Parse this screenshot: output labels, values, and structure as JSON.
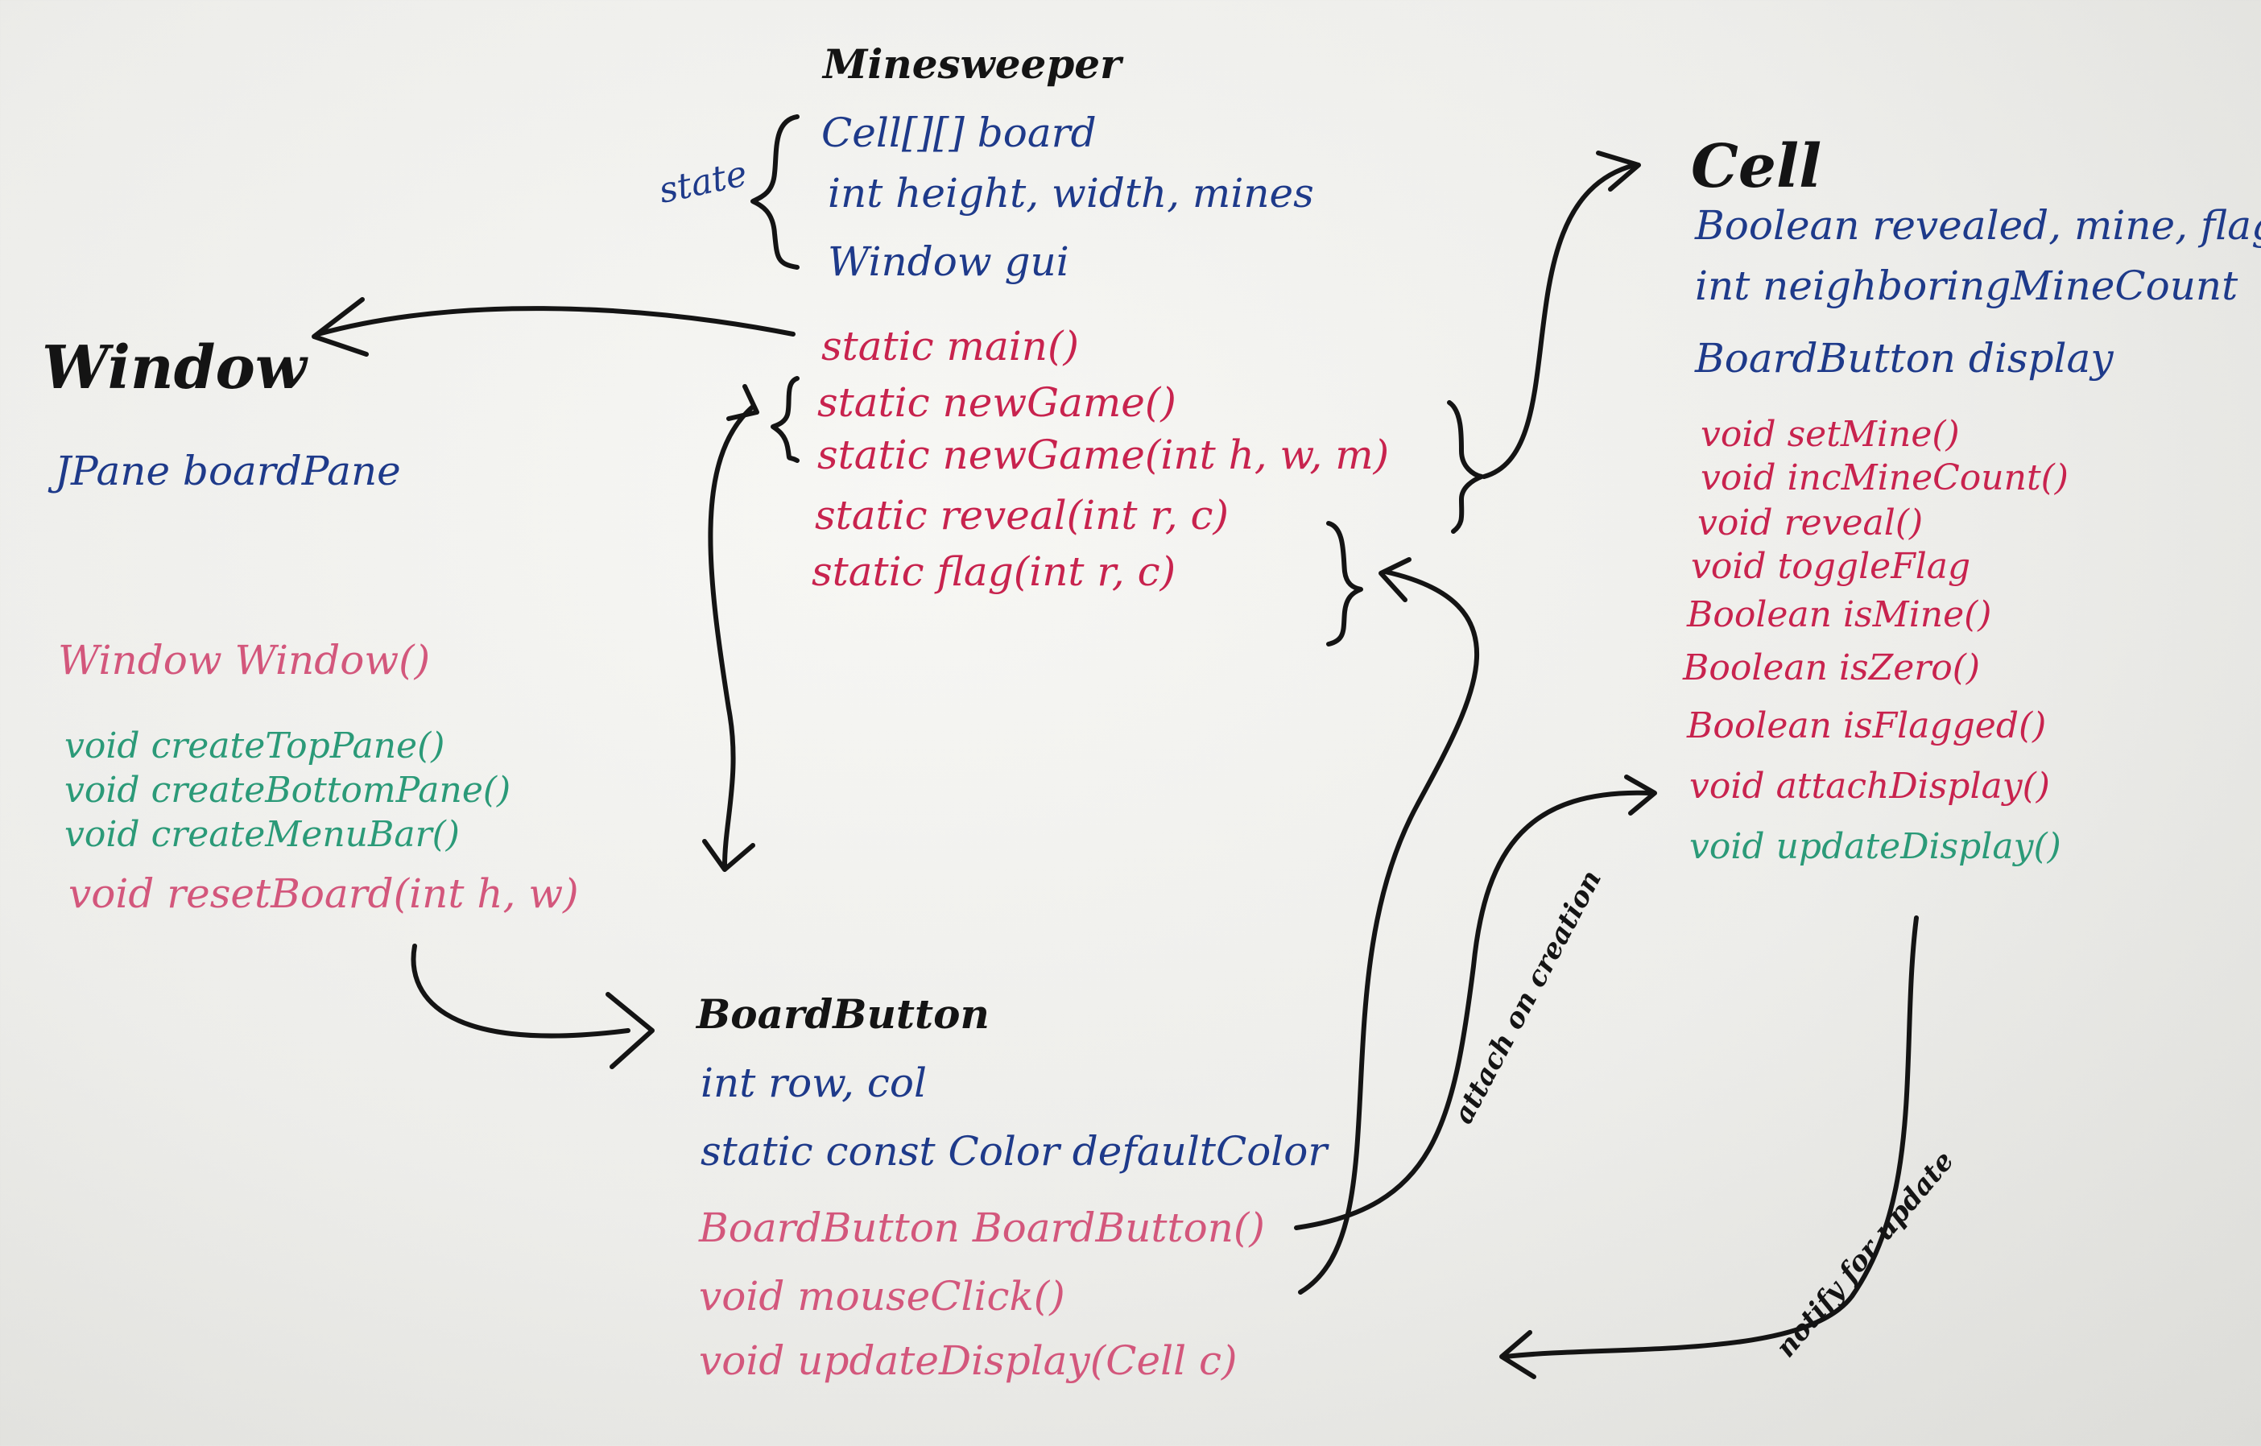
{
  "minesweeper": {
    "title": "Minesweeper",
    "state_label": "state",
    "fields": [
      "Cell[][] board",
      "int height, width, mines",
      "Window gui"
    ],
    "methods": [
      "static main()",
      "static newGame()",
      "static newGame(int h, w, m)",
      "static reveal(int r, c)",
      "static flag(int r, c)"
    ]
  },
  "cell": {
    "title": "Cell",
    "fields": [
      "Boolean revealed, mine, flagged",
      "int neighboringMineCount",
      "BoardButton display"
    ],
    "methods": [
      "void setMine()",
      "void incMineCount()",
      "void reveal()",
      "void toggleFlag",
      "Boolean isMine()",
      "Boolean isZero()",
      "Boolean isFlagged()",
      "void attachDisplay()",
      "void updateDisplay()"
    ]
  },
  "window": {
    "title": "Window",
    "fields": [
      "JPane boardPane"
    ],
    "constructor": "Window Window()",
    "methods": [
      "void createTopPane()",
      "void createBottomPane()",
      "void createMenuBar()",
      "void resetBoard(int h, w)"
    ]
  },
  "boardbutton": {
    "title": "BoardButton",
    "fields": [
      "int row, col",
      "static const Color defaultColor"
    ],
    "methods": [
      "BoardButton BoardButton()",
      "void mouseClick()",
      "void updateDisplay(Cell c)"
    ]
  },
  "annotations": {
    "attach_on_creation": "attach on creation",
    "notify_for_update": "notify for update"
  },
  "colors": {
    "marker_black": "#141414",
    "marker_blue": "#1e3a8a",
    "marker_red": "#c8234e",
    "marker_pink": "#d3577c",
    "marker_green": "#2b9a78",
    "whiteboard": "#f1f1ee"
  }
}
